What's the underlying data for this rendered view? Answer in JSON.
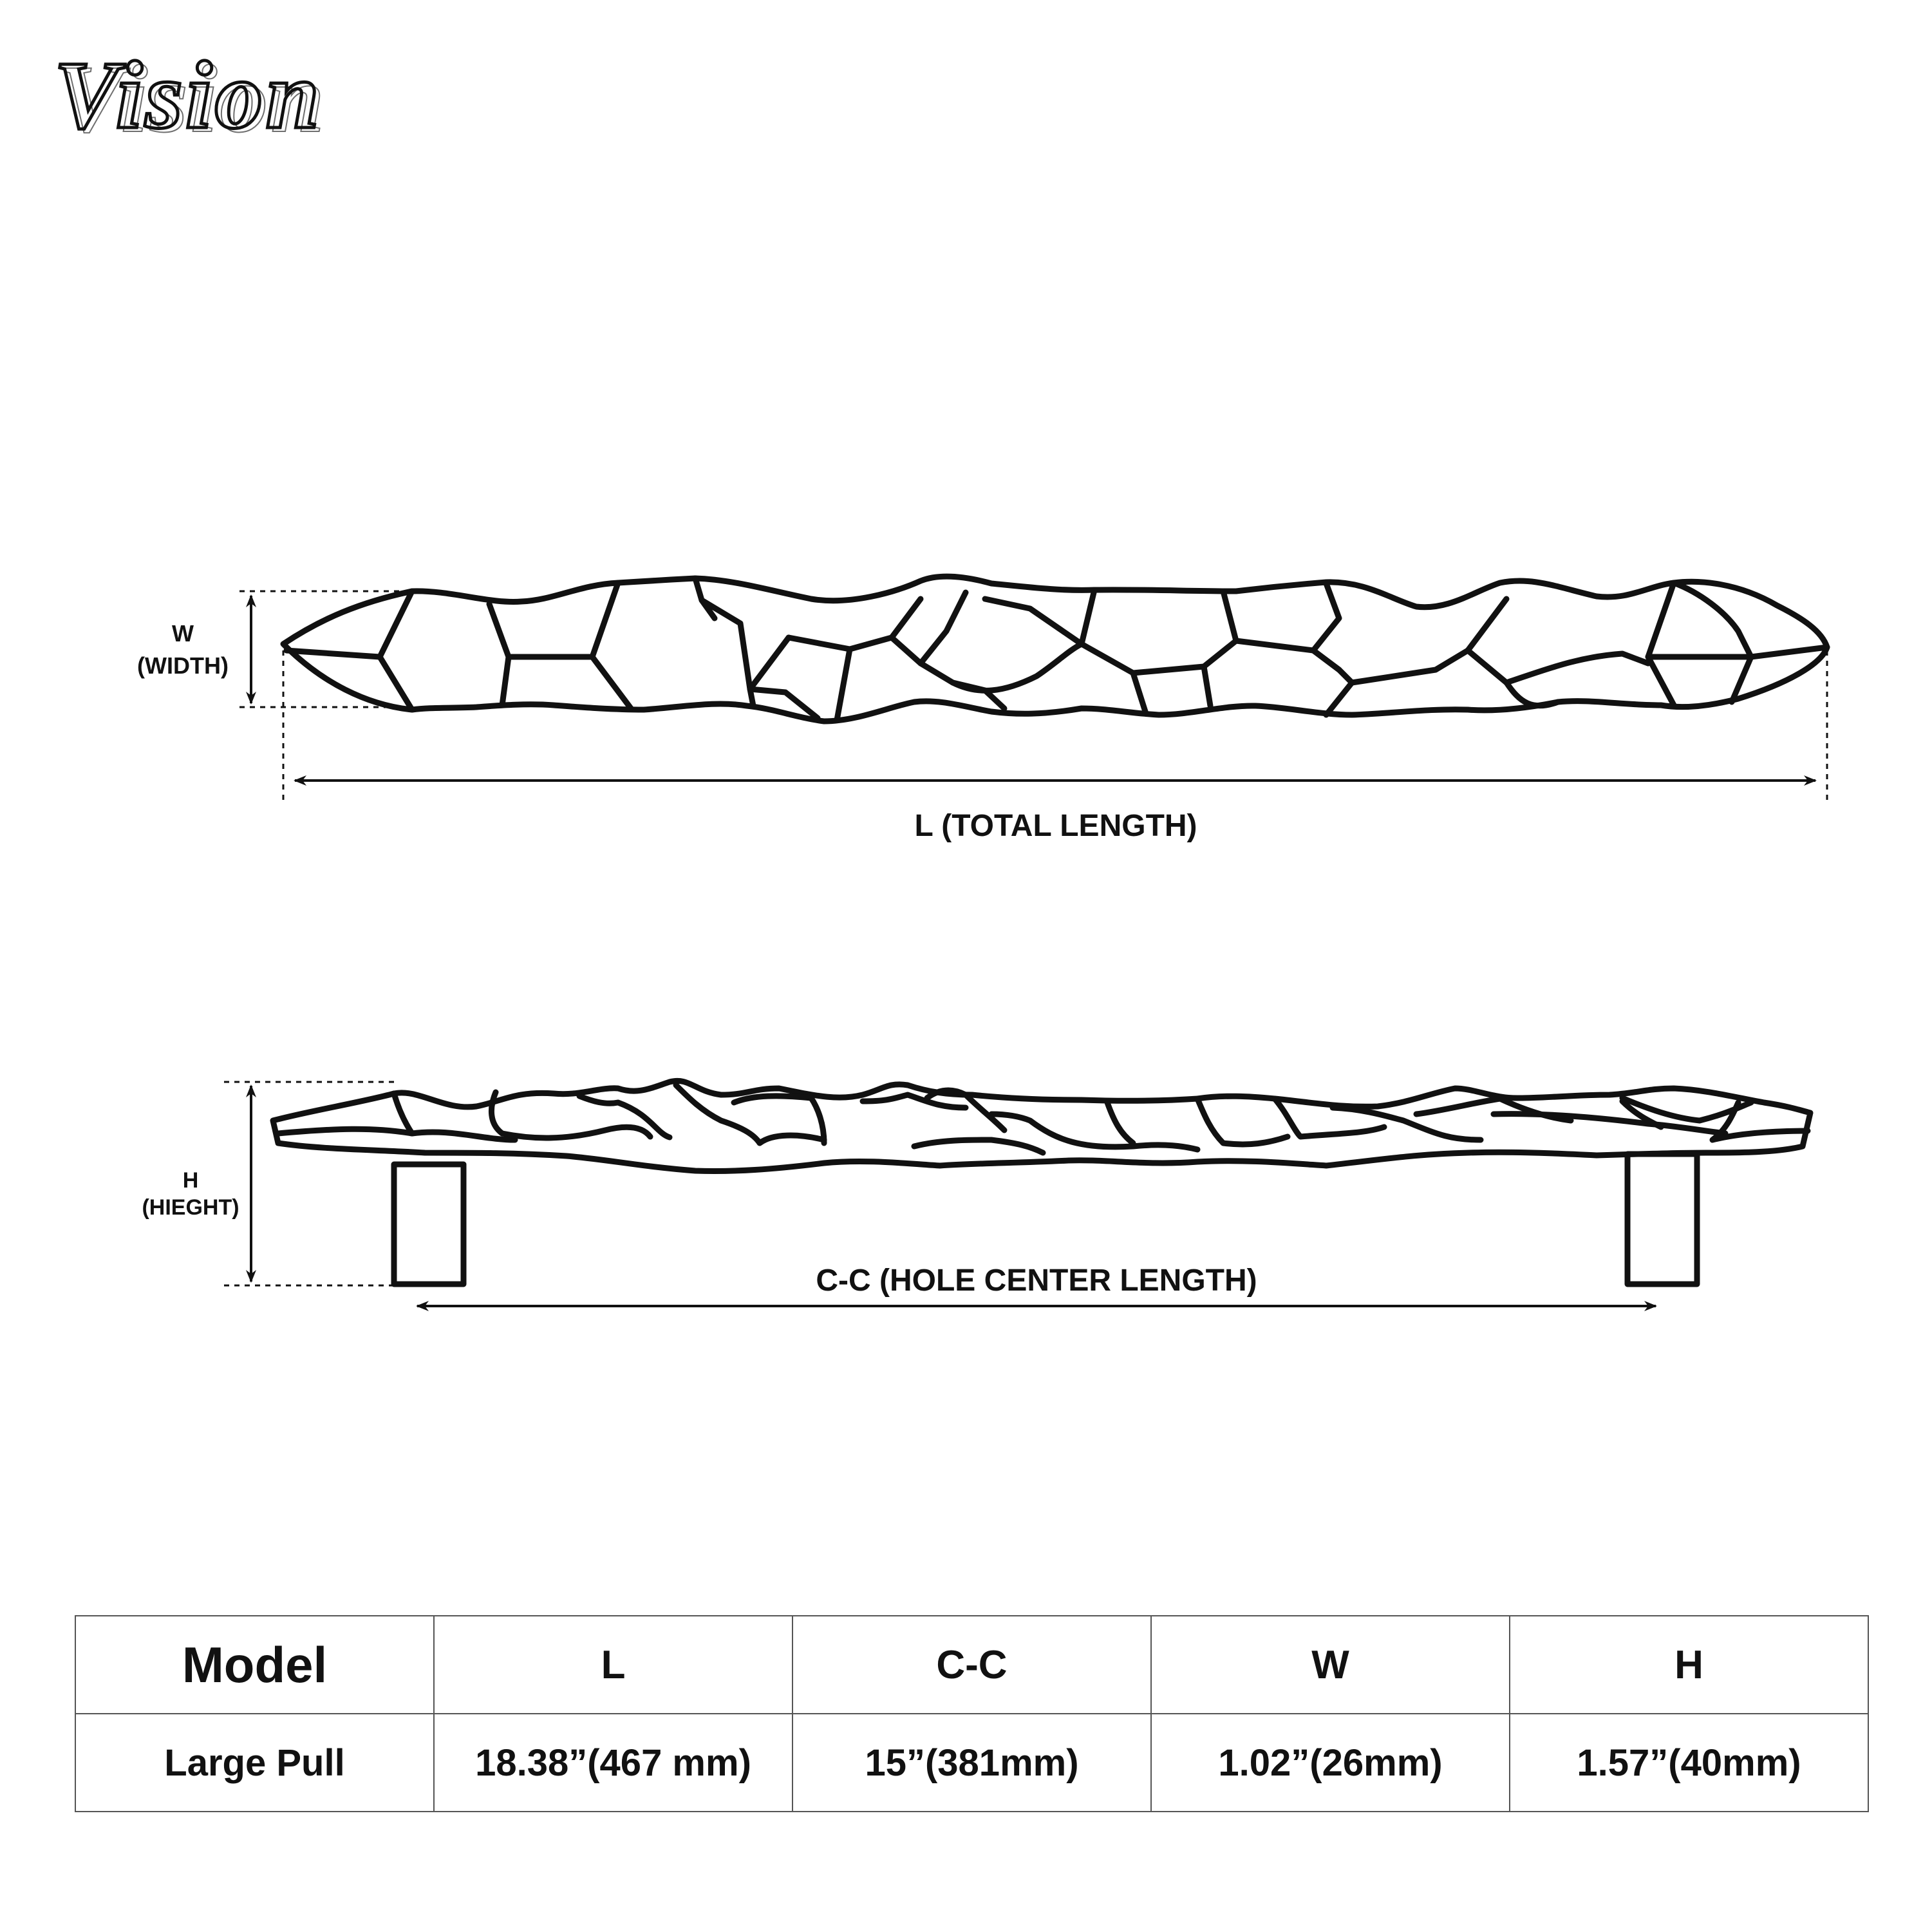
{
  "brand": {
    "logo_text": "Vision"
  },
  "top_view": {
    "width_label_line1": "W",
    "width_label_line2": "(WIDTH)",
    "length_label": "L (TOTAL LENGTH)"
  },
  "side_view": {
    "height_label_line1": "H",
    "height_label_line2": "(HIEGHT)",
    "cc_label": "C-C (HOLE CENTER LENGTH)"
  },
  "spec_table": {
    "headers": [
      "Model",
      "L",
      "C-C",
      "W",
      "H"
    ],
    "rows": [
      [
        "Large Pull",
        "18.38”(467 mm)",
        "15”(381mm)",
        "1.02”(26mm)",
        "1.57”(40mm)"
      ]
    ]
  }
}
